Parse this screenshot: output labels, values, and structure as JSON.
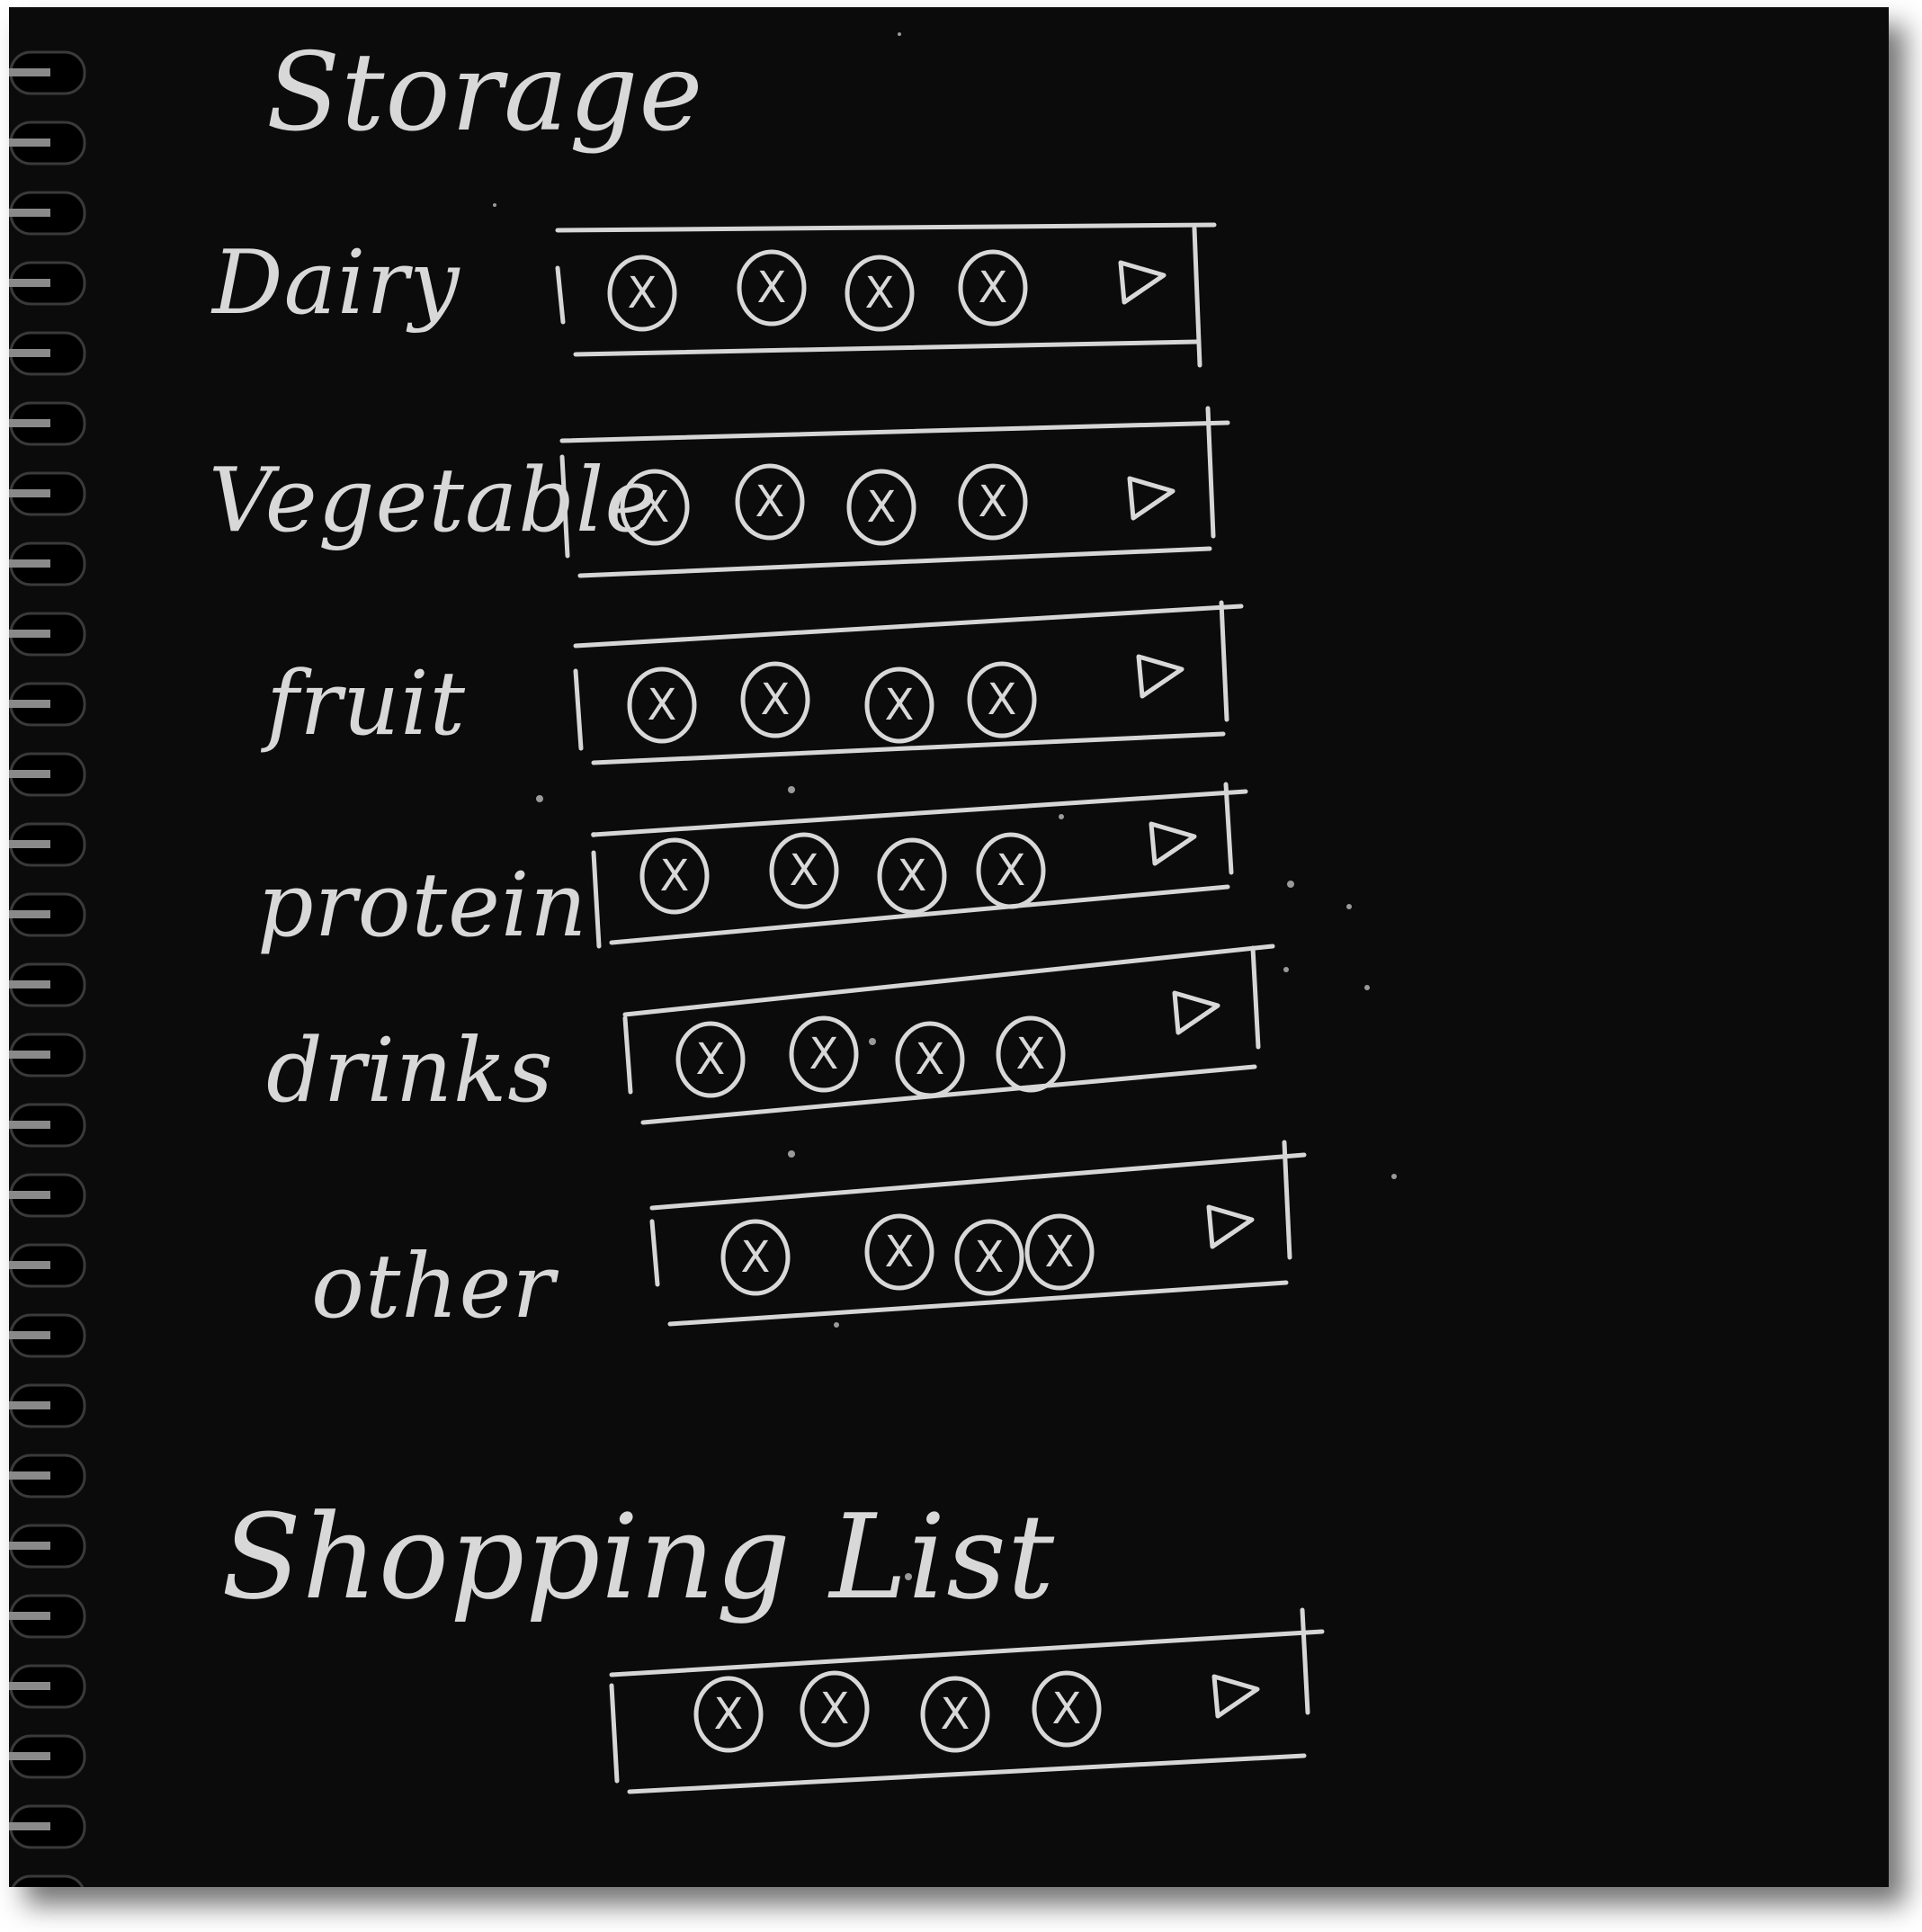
{
  "sketch": {
    "storage_title": "Storage",
    "shopping_title": "Shopping List",
    "item_mark": "X",
    "background_color": "#0b0b0b",
    "chalk_color": "#d8d8d8"
  },
  "categories": [
    {
      "label": "Dairy",
      "items": 4,
      "icons": [
        "remove-item-icon",
        "play-arrow-icon"
      ]
    },
    {
      "label": "Vegetable",
      "items": 4,
      "icons": [
        "remove-item-icon",
        "play-arrow-icon"
      ]
    },
    {
      "label": "fruit",
      "items": 4,
      "icons": [
        "remove-item-icon",
        "play-arrow-icon"
      ]
    },
    {
      "label": "protein",
      "items": 4,
      "icons": [
        "remove-item-icon",
        "play-arrow-icon"
      ]
    },
    {
      "label": "drinks",
      "items": 4,
      "icons": [
        "remove-item-icon",
        "play-arrow-icon"
      ]
    },
    {
      "label": "other",
      "items": 4,
      "icons": [
        "remove-item-icon",
        "play-arrow-icon"
      ]
    }
  ],
  "shopping_list": {
    "items": 4
  }
}
